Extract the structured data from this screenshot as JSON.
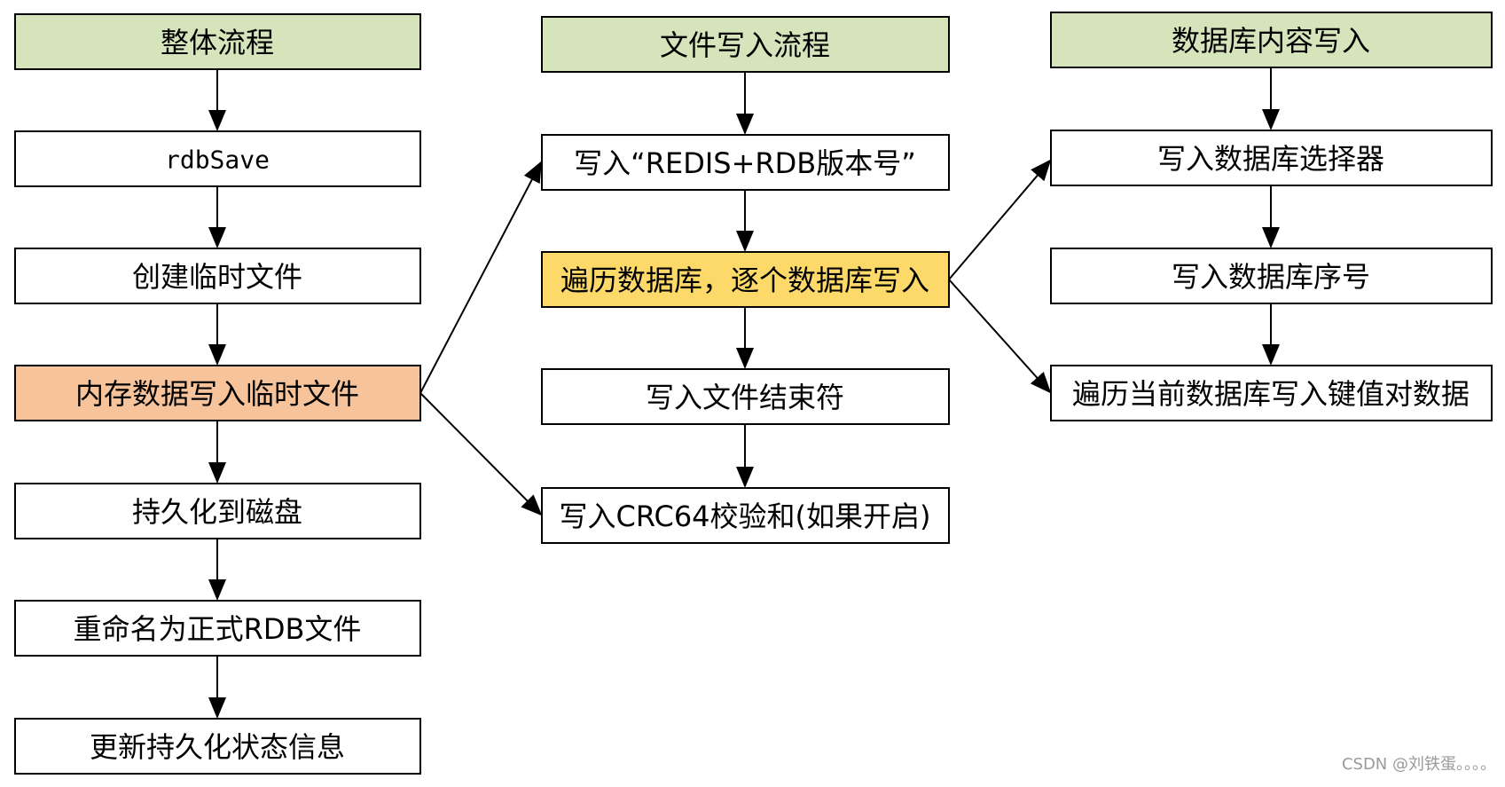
{
  "colors": {
    "header_fill": "#d6e4bc",
    "memory_fill": "#f6c39a",
    "iterate_fill": "#fdd96a",
    "box_fill": "#ffffff",
    "stroke": "#000000"
  },
  "columns": {
    "overall": {
      "header": "整体流程",
      "steps": [
        "rdbSave",
        "创建临时文件",
        "内存数据写入临时文件",
        "持久化到磁盘",
        "重命名为正式RDB文件",
        "更新持久化状态信息"
      ]
    },
    "file_write": {
      "header": "文件写入流程",
      "steps": [
        "写入“REDIS+RDB版本号”",
        "遍历数据库，逐个数据库写入",
        "写入文件结束符",
        "写入CRC64校验和(如果开启)"
      ]
    },
    "db_content": {
      "header": "数据库内容写入",
      "steps": [
        "写入数据库选择器",
        "写入数据库序号",
        "遍历当前数据库写入键值对数据"
      ]
    }
  },
  "watermark": "CSDN @刘铁蛋。。。。"
}
